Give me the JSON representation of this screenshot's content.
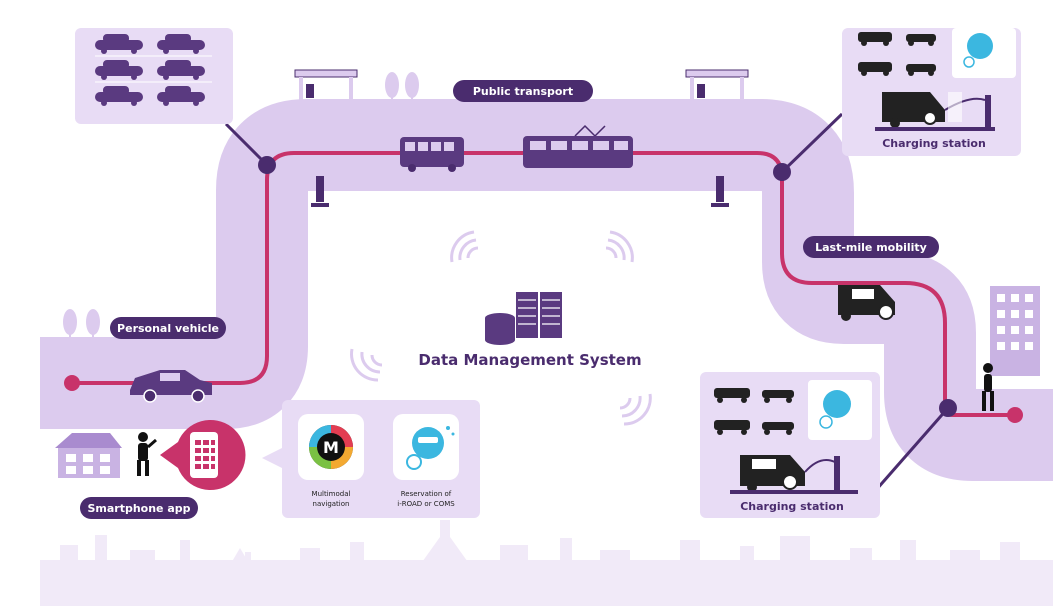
{
  "labels": {
    "public_transport": "Public transport",
    "personal_vehicle": "Personal vehicle",
    "last_mile": "Last-mile mobility",
    "smartphone_app": "Smartphone app",
    "charging_station_top": "Charging station",
    "charging_station_bottom": "Charging station",
    "data_management": "Data Management System",
    "multimodal_line1": "Multimodal",
    "multimodal_line2": "navigation",
    "reservation_line1": "Reservation of",
    "reservation_line2": "i-ROAD or COMS",
    "app_icon_letter": "M"
  },
  "colors": {
    "road": "#dccbee",
    "route": "#c8336a",
    "node": "#4a2c6e",
    "panel": "#e8dcf5",
    "pill": "#4a2c6e",
    "vehicle": "#5a3a80",
    "skyline": "#f1eaf8",
    "phone_bubble": "#c8336a",
    "app_blue": "#3bb7e0"
  }
}
